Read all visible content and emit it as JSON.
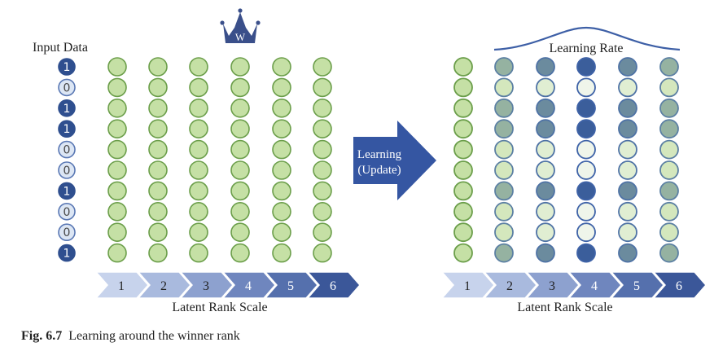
{
  "left_panel": {
    "input_label": "Input Data",
    "input_values": [
      "1",
      "0",
      "1",
      "1",
      "0",
      "0",
      "1",
      "0",
      "0",
      "1"
    ],
    "winner_badge": "W",
    "winner_rank": 4,
    "scale_label": "Latent Rank Scale",
    "ranks": [
      "1",
      "2",
      "3",
      "4",
      "5",
      "6"
    ]
  },
  "arrow": {
    "line1": "Learning",
    "line2": "(Update)"
  },
  "right_panel": {
    "curve_label": "Learning Rate",
    "scale_label": "Latent Rank Scale",
    "ranks": [
      "1",
      "2",
      "3",
      "4",
      "5",
      "6"
    ],
    "learning_rate_per_rank": [
      0,
      0.35,
      0.65,
      1.0,
      0.65,
      0.35
    ]
  },
  "colors": {
    "dark_blue": "#2f4f8f",
    "input_zero_fill": "#dce6f4",
    "node_green_fill": "#c5e0a5",
    "node_green_stroke": "#6b9e4a",
    "chevrons": [
      "#c7d3ec",
      "#a9bade",
      "#8da1cf",
      "#6f86be",
      "#5570ad",
      "#3b5799"
    ],
    "chevron_text_dark": "#222222",
    "chevron_text_light": "#ffffff"
  },
  "caption": {
    "figure_number": "Fig. 6.7",
    "text": "Learning around the winner rank"
  }
}
